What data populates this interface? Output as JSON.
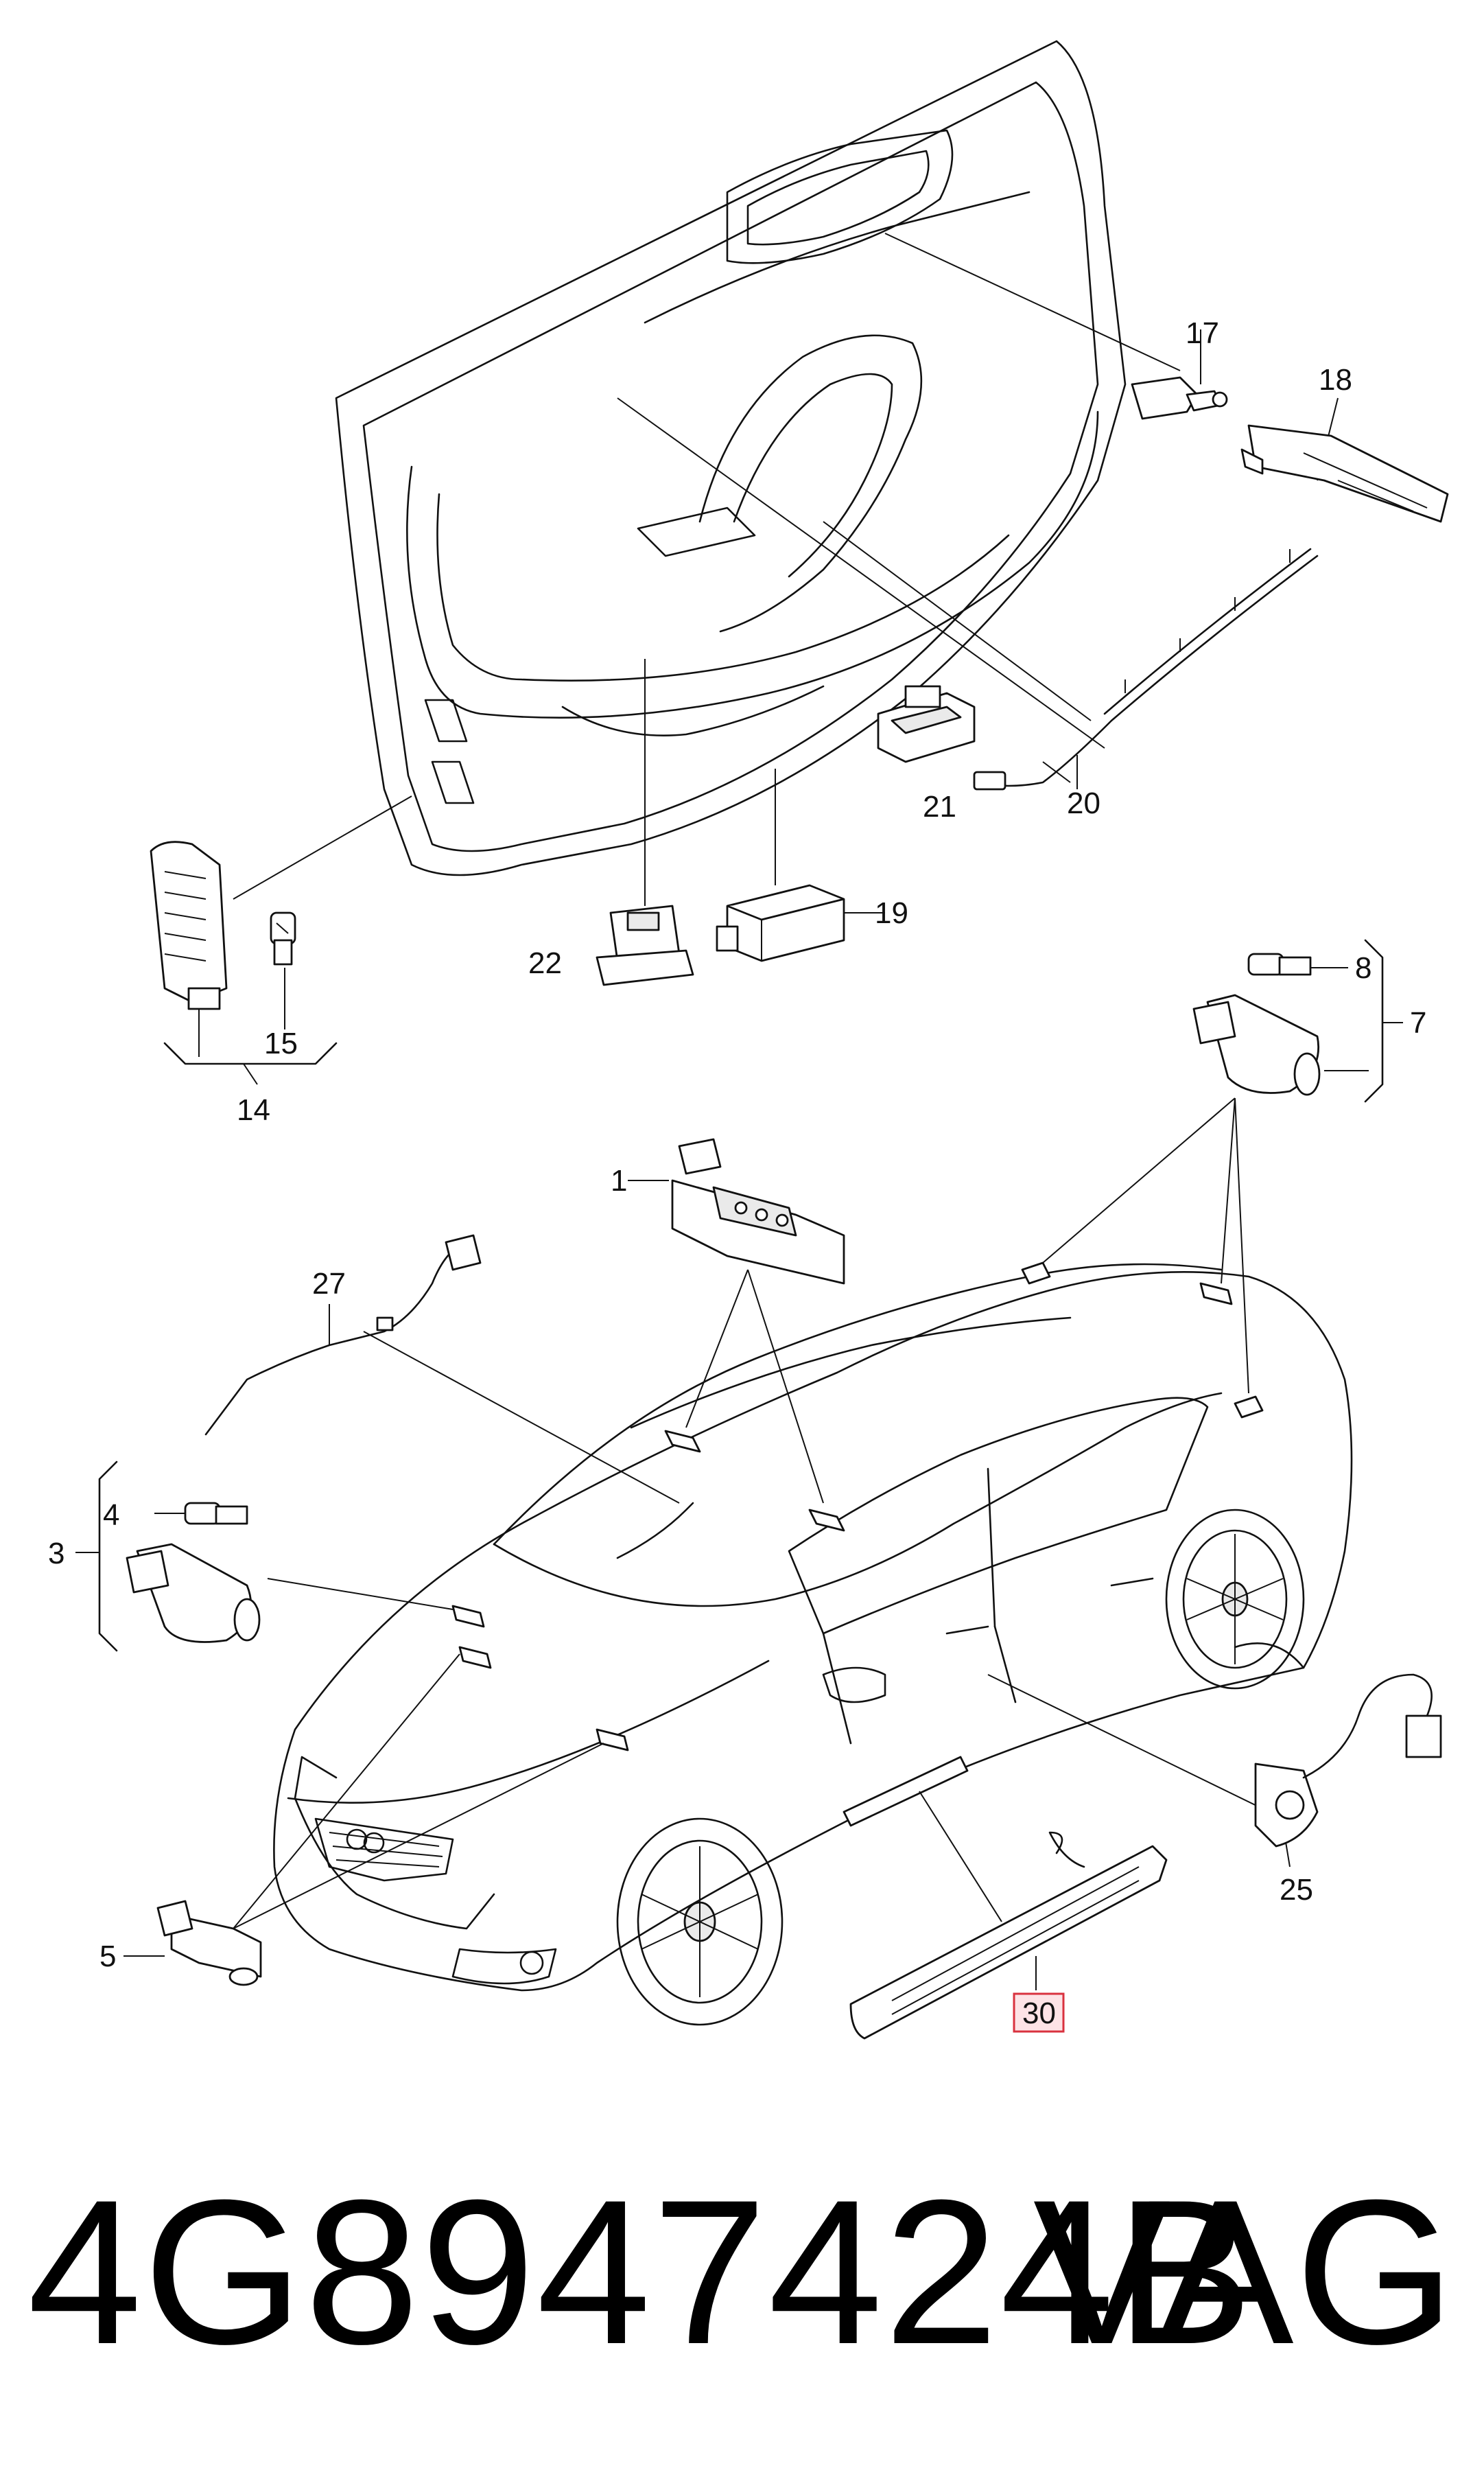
{
  "diagram": {
    "labels": {
      "l1": "1",
      "l3": "3",
      "l4": "4",
      "l5": "5",
      "l7": "7",
      "l8": "8",
      "l14": "14",
      "l15": "15",
      "l17": "17",
      "l18": "18",
      "l19": "19",
      "l20": "20",
      "l21": "21",
      "l22": "22",
      "l25": "25",
      "l27": "27",
      "l30": "30"
    },
    "highlighted_part": "30",
    "highlight_color": "#d9323f"
  },
  "footer": {
    "part_number": "4G8947424B",
    "brand": "VAG"
  }
}
